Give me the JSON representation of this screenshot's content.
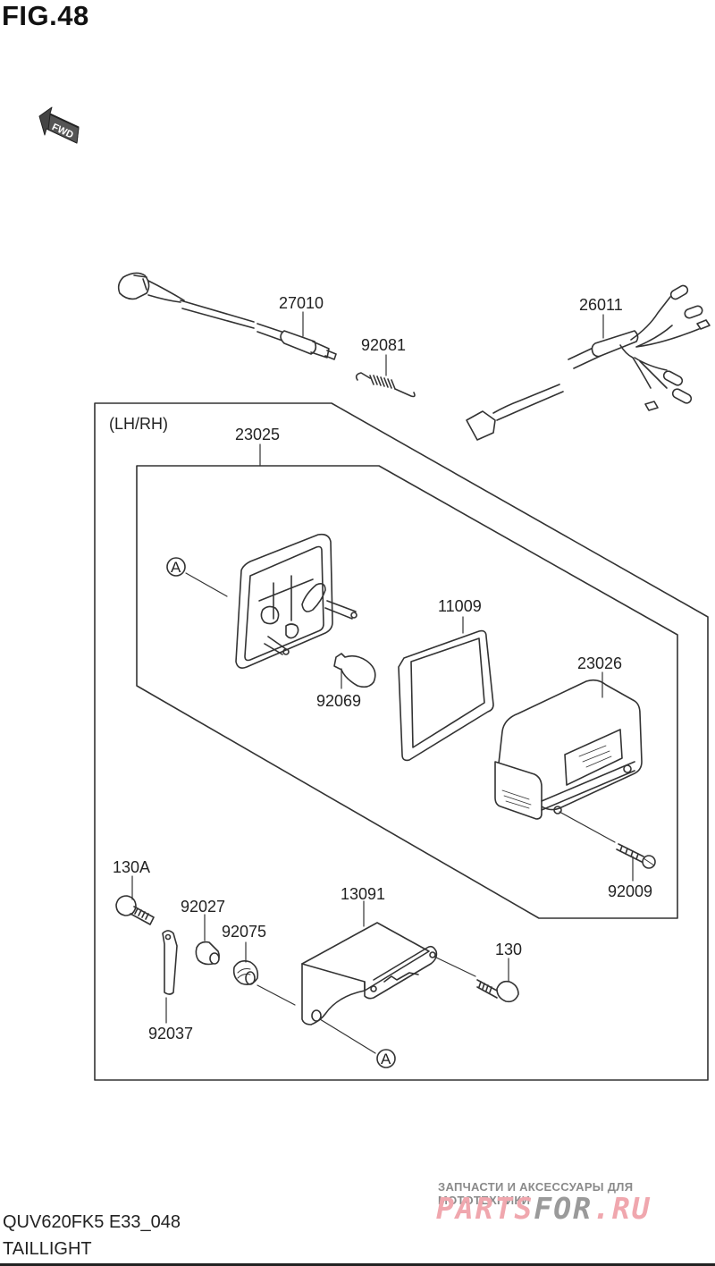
{
  "figure": {
    "title": "FIG.48",
    "fwd_badge": "FWD",
    "group_label": "(LH/RH)"
  },
  "callouts": {
    "p27010": "27010",
    "p92081": "92081",
    "p26011": "26011",
    "p23025": "23025",
    "p11009": "11009",
    "p92069": "92069",
    "p23026": "23026",
    "p92009": "92009",
    "p130A": "130A",
    "p92027": "92027",
    "p92075": "92075",
    "p13091": "13091",
    "p130": "130",
    "p92037": "92037",
    "ref_a_top": "A",
    "ref_a_bottom": "A"
  },
  "footer": {
    "model_code": "QUV620FK5 E33_048",
    "section_name": "TAILLIGHT"
  },
  "watermark": {
    "tagline": "ЗАПЧАСТИ И АКСЕССУАРЫ ДЛЯ МОТОТЕХНИКИ",
    "brand_part1": "PARTS",
    "brand_part2": "FOR",
    "brand_part3": ".RU",
    "colors": {
      "pink": "#f0a7ae",
      "gray": "#9a9a9a"
    }
  }
}
